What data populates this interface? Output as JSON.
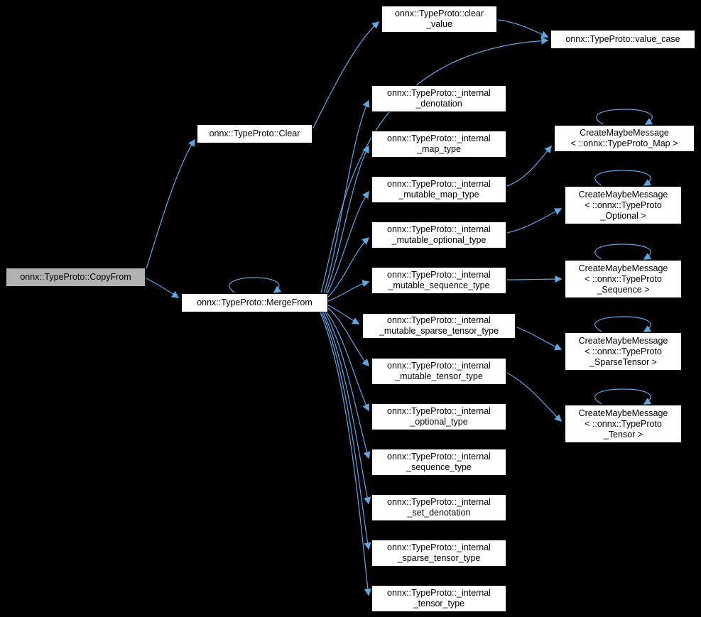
{
  "colors": {
    "background": "#000000",
    "edge": "#5ea8e0",
    "node-fill": "#ffffff",
    "node-border": "#000000",
    "focus-fill": "#b2b2b2",
    "text": "#000000"
  },
  "nodes": {
    "copyfrom": {
      "label": "onnx::TypeProto::CopyFrom"
    },
    "clear": {
      "label": "onnx::TypeProto::Clear"
    },
    "mergefrom": {
      "label": "onnx::TypeProto::MergeFrom"
    },
    "clear_value": {
      "label": "onnx::TypeProto::clear\n_value"
    },
    "value_case": {
      "label": "onnx::TypeProto::value_case"
    },
    "internal_denotation": {
      "label": "onnx::TypeProto::_internal\n_denotation"
    },
    "internal_map_type": {
      "label": "onnx::TypeProto::_internal\n_map_type"
    },
    "internal_mutable_map_type": {
      "label": "onnx::TypeProto::_internal\n_mutable_map_type"
    },
    "internal_mutable_optional_type": {
      "label": "onnx::TypeProto::_internal\n_mutable_optional_type"
    },
    "internal_mutable_sequence_type": {
      "label": "onnx::TypeProto::_internal\n_mutable_sequence_type"
    },
    "internal_mutable_sparse_tensor_type": {
      "label": "onnx::TypeProto::_internal\n_mutable_sparse_tensor_type"
    },
    "internal_mutable_tensor_type": {
      "label": "onnx::TypeProto::_internal\n_mutable_tensor_type"
    },
    "internal_optional_type": {
      "label": "onnx::TypeProto::_internal\n_optional_type"
    },
    "internal_sequence_type": {
      "label": "onnx::TypeProto::_internal\n_sequence_type"
    },
    "internal_set_denotation": {
      "label": "onnx::TypeProto::_internal\n_set_denotation"
    },
    "internal_sparse_tensor_type": {
      "label": "onnx::TypeProto::_internal\n_sparse_tensor_type"
    },
    "internal_tensor_type": {
      "label": "onnx::TypeProto::_internal\n_tensor_type"
    },
    "cmm_map": {
      "label": "CreateMaybeMessage\n< ::onnx::TypeProto_Map >"
    },
    "cmm_optional": {
      "label": "CreateMaybeMessage\n< ::onnx::TypeProto\n_Optional >"
    },
    "cmm_sequence": {
      "label": "CreateMaybeMessage\n< ::onnx::TypeProto\n_Sequence >"
    },
    "cmm_sparse_tensor": {
      "label": "CreateMaybeMessage\n< ::onnx::TypeProto\n_SparseTensor >"
    },
    "cmm_tensor": {
      "label": "CreateMaybeMessage\n< ::onnx::TypeProto\n_Tensor >"
    }
  }
}
